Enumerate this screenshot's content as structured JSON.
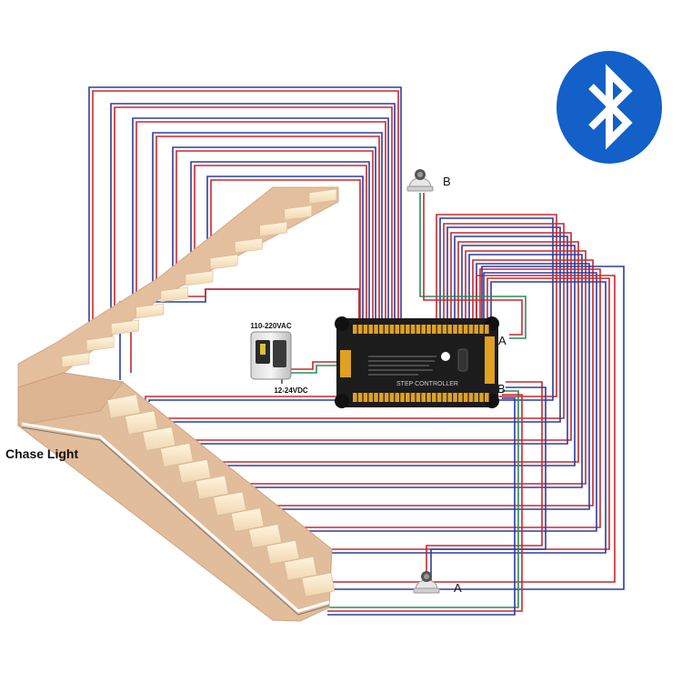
{
  "labels": {
    "chase_light": "Chase Light",
    "sensor_top": "B",
    "sensor_bottom": "A",
    "controller_a": "A",
    "controller_b": "B",
    "psu_input": "110-220VAC",
    "psu_output": "12-24VDC",
    "controller_title": "STEP CONTROLLER"
  },
  "icons": {
    "bluetooth": "bluetooth-icon",
    "sensor": "motion-sensor-icon"
  },
  "colors": {
    "wire_red": "#c8282e",
    "wire_blue": "#2b3ea0",
    "wire_green": "#2f8a5a",
    "bluetooth": "#1260c8",
    "stair_base": "#e6c3a4",
    "stair_light": "#f7e6c9",
    "controller": "#1c1c1c",
    "terminal": "#e0a020"
  },
  "stairs": {
    "upper_steps": 11,
    "lower_steps": 12
  }
}
